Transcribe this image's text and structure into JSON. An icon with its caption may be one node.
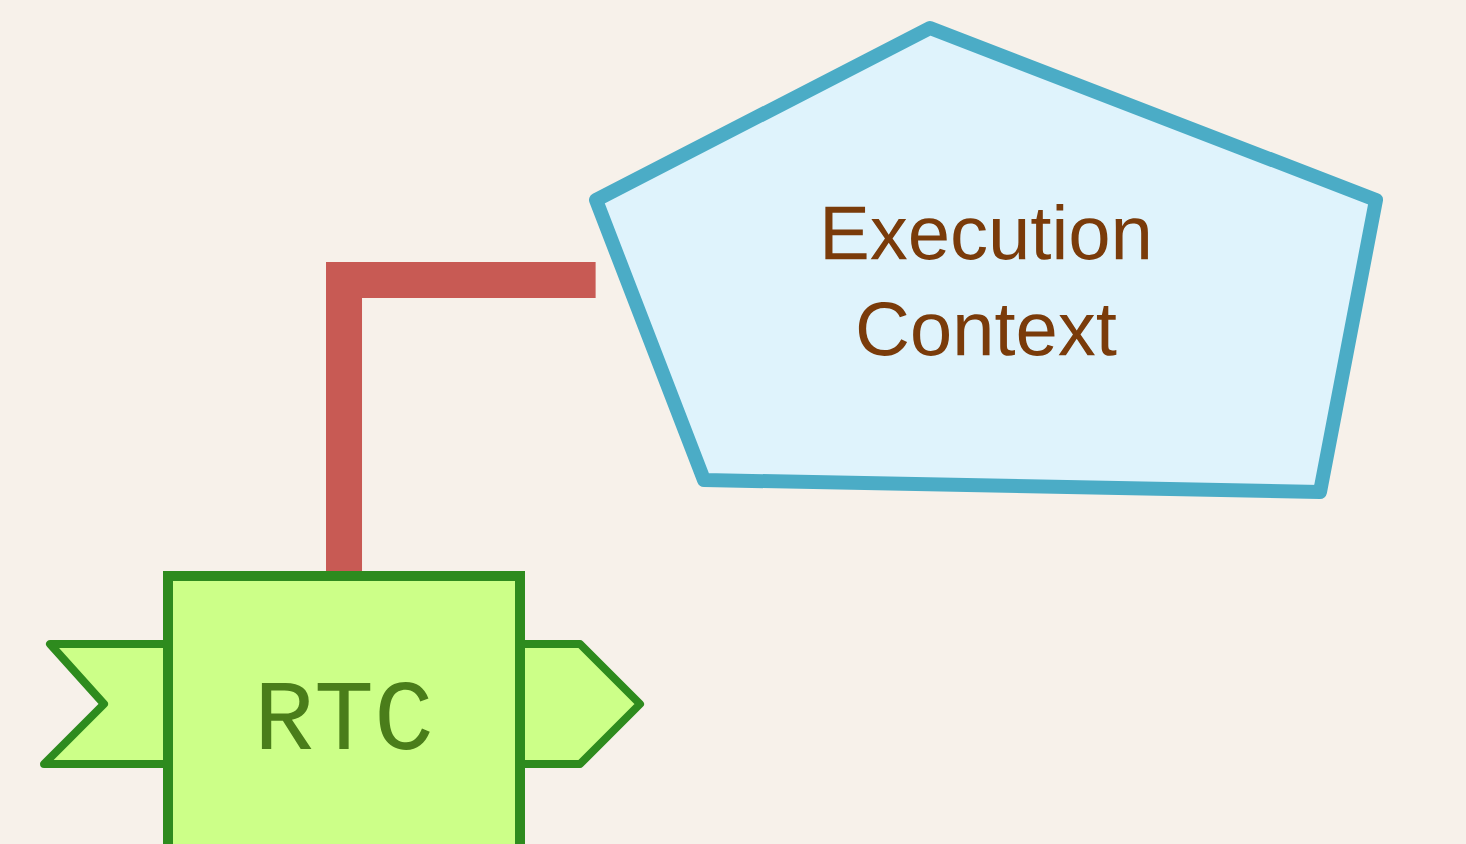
{
  "diagram": {
    "nodes": [
      {
        "text": [
          "Execution Context"
        ]
      },
      {
        "text": [
          "RTC"
        ]
      }
    ],
    "edges": [
      {
        "from": 1,
        "to": 0,
        "arrow": "none",
        "color": "#c85a54"
      }
    ]
  }
}
